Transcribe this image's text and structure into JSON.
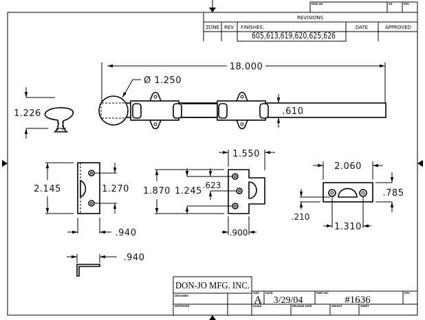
{
  "revisions_block": {
    "dwg_no_label": "DWG NO",
    "sh_label": "SH",
    "rev_label": "REV",
    "title": "REVISIONS",
    "columns": [
      "ZONE",
      "REV",
      "FINISHES:",
      "DATE",
      "APPROVED"
    ],
    "finishes_value": "605,613,619,620,625,626"
  },
  "views": {
    "knob": {
      "height_dim": "1.226"
    },
    "bolt": {
      "length_dim": "18.000",
      "diameter_dim": "Ø 1.250",
      "thickness_dim": ".610"
    },
    "strike_plate": {
      "height_dim": "2.145",
      "hole_spacing_dim": "1.270",
      "width_dim": ".940"
    },
    "angle_strike": {
      "width_dim": ".940"
    },
    "keeper": {
      "width_dim": "1.550",
      "height_dim": "1.870",
      "hole_span_dim": "1.245",
      "hole_offset_dim": ".623",
      "flange_dim": ".900"
    },
    "floor_strike": {
      "width_dim": "2.060",
      "height_dim": ".785",
      "hole_spacing_dim": "1.310",
      "hole_offset_dim": ".210"
    }
  },
  "title_block": {
    "company": "DON-JO MFG. INC.",
    "designer_label": "DESIGNER",
    "approved_label": "APPROVED",
    "size_label": "SIZE",
    "size_value": "A",
    "date_label": "DATE:",
    "date_value": "3/29/04",
    "part_no_label": "PART NO.",
    "part_no_value": "#1636",
    "rev_label": "REV",
    "scale_label": "SCALE",
    "release_date_label": "RELEASE DATE",
    "weight_label": "WEIGHT",
    "sheet_label": "SHEET"
  }
}
